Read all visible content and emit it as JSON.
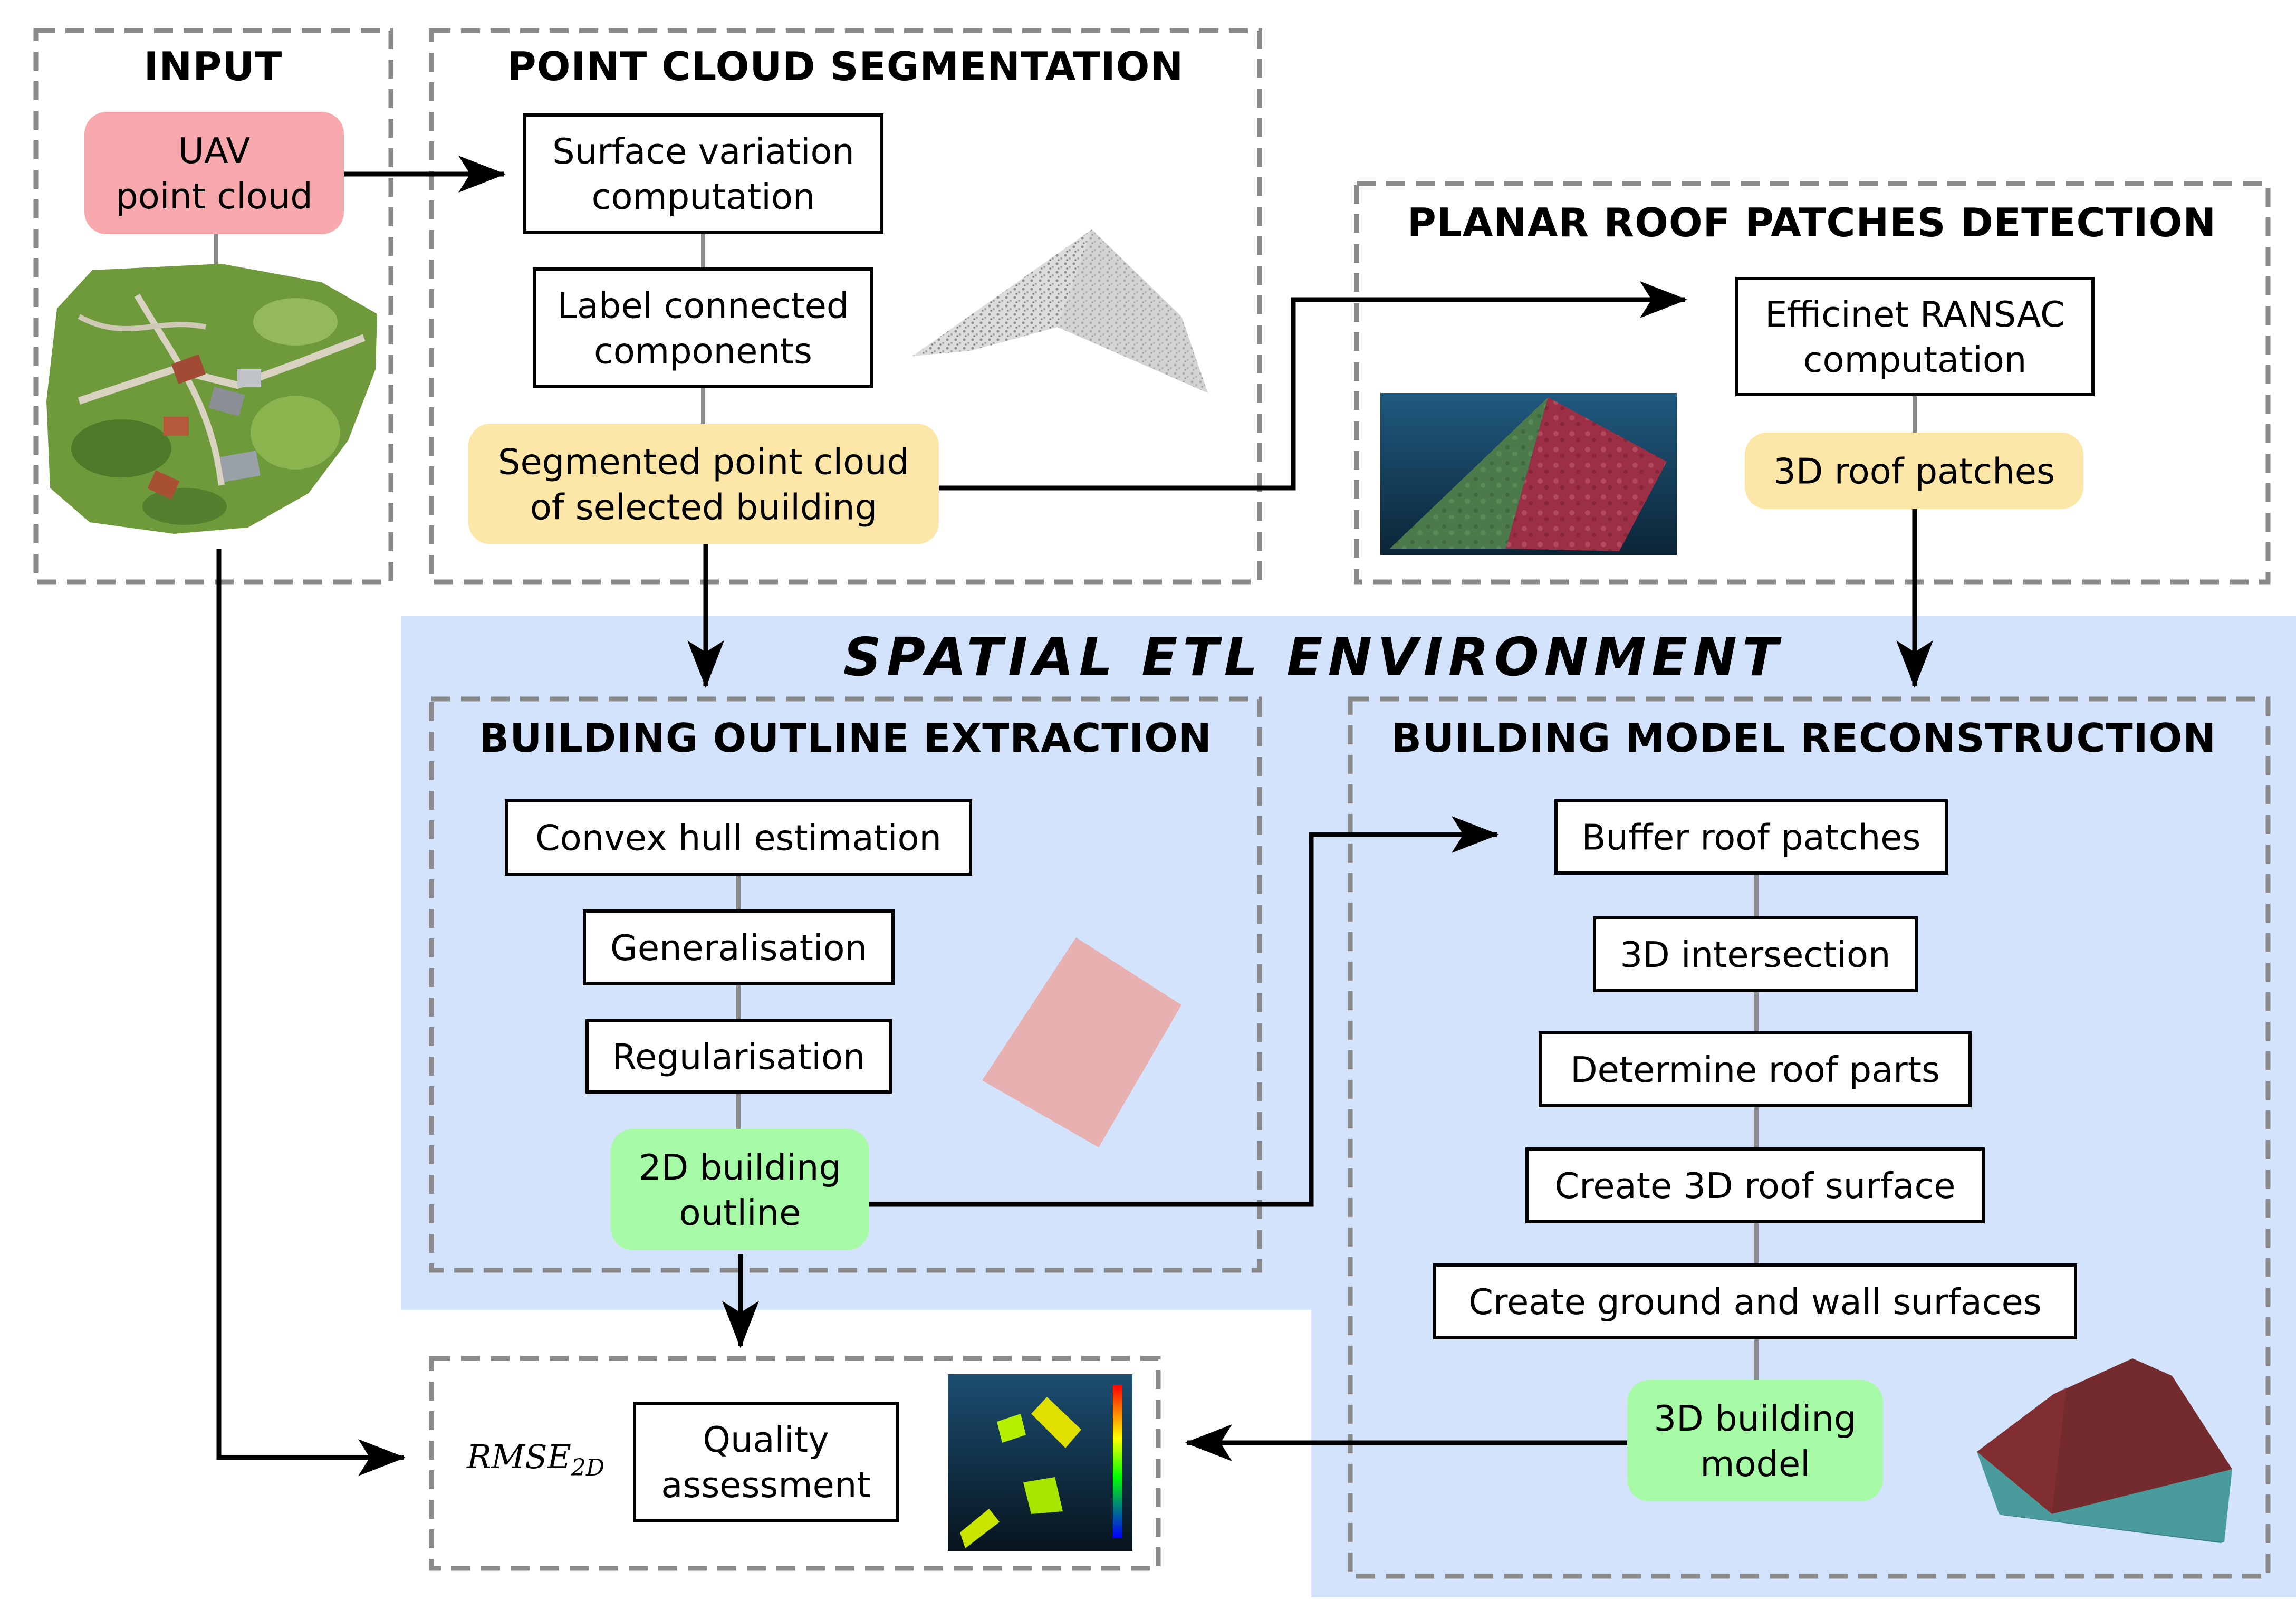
{
  "colors": {
    "environment_bg": "#d4e3fc",
    "input_node": "#f8a9ad",
    "intermediate_node": "#fde7a8",
    "output_node": "#a8fba6",
    "frame_stroke": "#8a8a8a"
  },
  "sections": {
    "input": "INPUT",
    "segmentation": "POINT CLOUD SEGMENTATION",
    "planar": "PLANAR ROOF PATCHES DETECTION",
    "environment": "SPATIAL ETL ENVIRONMENT",
    "outline": "BUILDING OUTLINE EXTRACTION",
    "model": "BUILDING MODEL RECONSTRUCTION"
  },
  "nodes": {
    "uav": [
      "UAV",
      "point cloud"
    ],
    "surface_variation": [
      "Surface variation",
      "computation"
    ],
    "label_components": [
      "Label connected",
      "components"
    ],
    "segmented_cloud": [
      "Segmented point cloud",
      "of selected building"
    ],
    "ransac": [
      "Efficinet RANSAC",
      "computation"
    ],
    "roof_patches": [
      "3D roof patches"
    ],
    "convex_hull": [
      "Convex hull estimation"
    ],
    "generalisation": [
      "Generalisation"
    ],
    "regularisation": [
      "Regularisation"
    ],
    "outline_2d": [
      "2D building",
      "outline"
    ],
    "buffer": [
      "Buffer roof patches"
    ],
    "intersection": [
      "3D intersection"
    ],
    "roof_parts": [
      "Determine roof parts"
    ],
    "roof_surface": [
      "Create 3D roof surface"
    ],
    "ground_wall": [
      "Create ground and wall surfaces"
    ],
    "model_3d": [
      "3D building",
      "model"
    ],
    "quality": [
      "Quality",
      "assessment"
    ]
  },
  "quality_metric": {
    "base": "RMSE",
    "subscript": "2D"
  },
  "icons": {
    "orthophoto": "aerial-orthophoto-icon",
    "gray_cloud": "gray-roof-point-cloud-icon",
    "ransac_render": "colored-roof-patches-render-icon",
    "outline_shape": "pink-building-outline-icon",
    "deviation_map": "deviation-heatmap-icon",
    "house_model": "3d-house-model-icon"
  }
}
